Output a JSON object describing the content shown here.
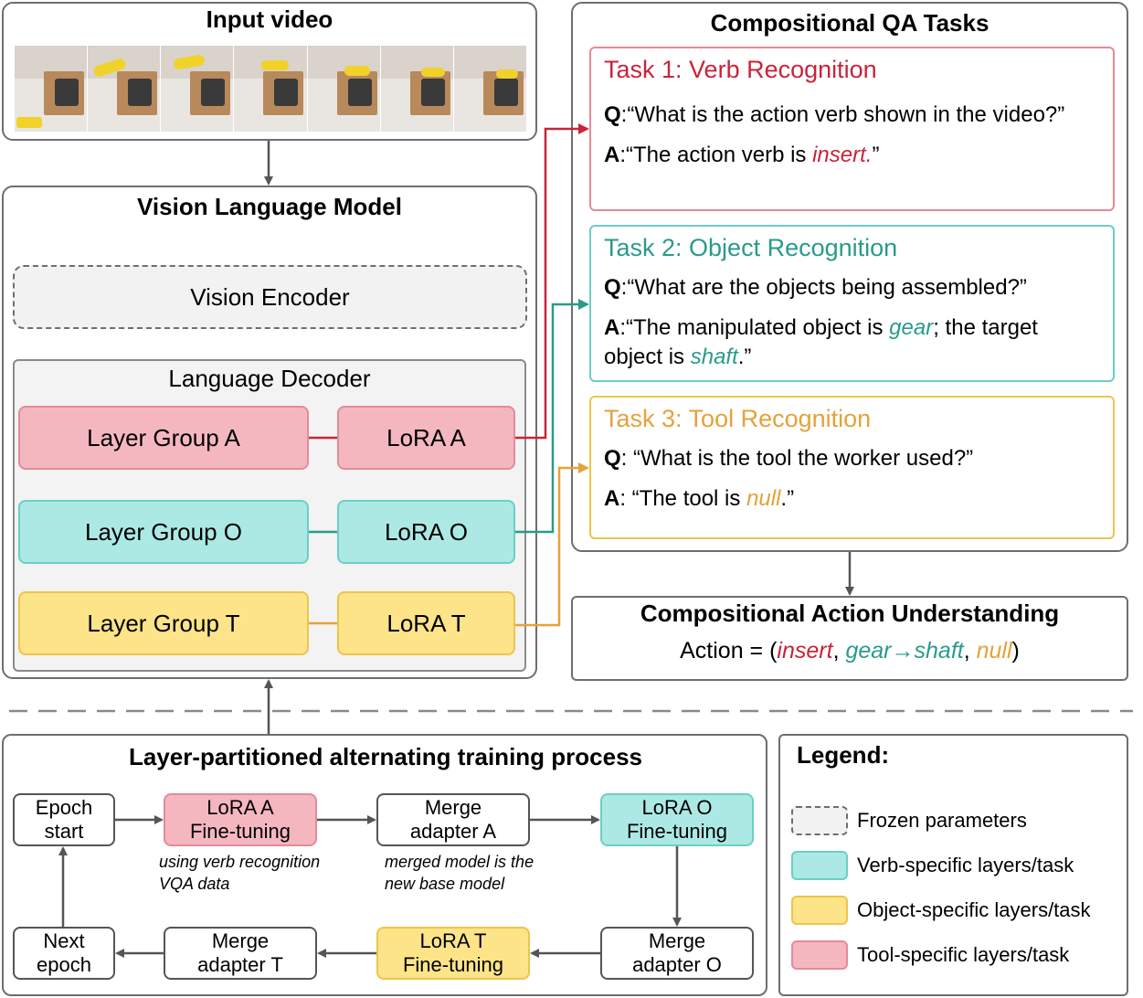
{
  "input_video": {
    "title": "Input video",
    "frame_count": 7
  },
  "vlm": {
    "title": "Vision Language Model",
    "vision_encoder": "Vision Encoder",
    "language_decoder": "Language Decoder",
    "rows": [
      {
        "layer": "Layer Group A",
        "lora": "LoRA A",
        "color": "#f4b7c0"
      },
      {
        "layer": "Layer Group O",
        "lora": "LoRA O",
        "color": "#ace9e4"
      },
      {
        "layer": "Layer Group T",
        "lora": "LoRA T",
        "color": "#fde488"
      }
    ]
  },
  "qa": {
    "title": "Compositional QA Tasks",
    "tasks": [
      {
        "heading": "Task 1: Verb Recognition",
        "q_label": "Q",
        "q_text": ":“What is the action verb shown in the video?”",
        "a_label": "A",
        "a_pre": ":“The action verb is ",
        "a_em": "insert.",
        "a_post": "”"
      },
      {
        "heading": "Task 2: Object Recognition",
        "q_label": "Q",
        "q_text": ":“What are the objects being assembled?”",
        "a_label": "A",
        "a_pre": ":“The manipulated object is ",
        "a_em": "gear",
        "a_mid": "; the target object is ",
        "a_em2": "shaft",
        "a_post": ".”"
      },
      {
        "heading": "Task 3: Tool Recognition",
        "q_label": "Q",
        "q_text": ": “What is the tool the worker used?”",
        "a_label": "A",
        "a_pre": ": “The tool is ",
        "a_em": "null",
        "a_post": ".”"
      }
    ]
  },
  "understanding": {
    "title": "Compositional Action Understanding",
    "prefix": "Action = (",
    "verb": "insert",
    "sep1": ", ",
    "object": "gear→shaft",
    "sep2": ", ",
    "tool": "null",
    "suffix": ")"
  },
  "training": {
    "title": "Layer-partitioned alternating training process",
    "steps": {
      "epoch_start": [
        "Epoch",
        "start"
      ],
      "lora_a_ft": [
        "LoRA A",
        "Fine-tuning"
      ],
      "merge_a": [
        "Merge",
        "adapter A"
      ],
      "lora_o_ft": [
        "LoRA O",
        "Fine-tuning"
      ],
      "merge_o": [
        "Merge",
        "adapter O"
      ],
      "lora_t_ft": [
        "LoRA T",
        "Fine-tuning"
      ],
      "merge_t": [
        "Merge",
        "adapter T"
      ],
      "next_epoch": [
        "Next",
        "epoch"
      ]
    },
    "notes": {
      "note1": [
        "using verb recognition",
        "VQA data"
      ],
      "note2": [
        "merged model is the",
        "new base model"
      ]
    }
  },
  "legend": {
    "title": "Legend:",
    "items": [
      {
        "label": "Frozen parameters",
        "style": "dashed"
      },
      {
        "label": "Verb-specific layers/task",
        "color": "#ace9e4"
      },
      {
        "label": "Object-specific layers/task",
        "color": "#fde488"
      },
      {
        "label": "Tool-specific layers/task",
        "color": "#f4b7c0"
      }
    ]
  },
  "colors": {
    "red": "#c8243b",
    "teal": "#2a9a8c",
    "yellow": "#e5a23a",
    "panel_border": "#6e6e6e"
  }
}
